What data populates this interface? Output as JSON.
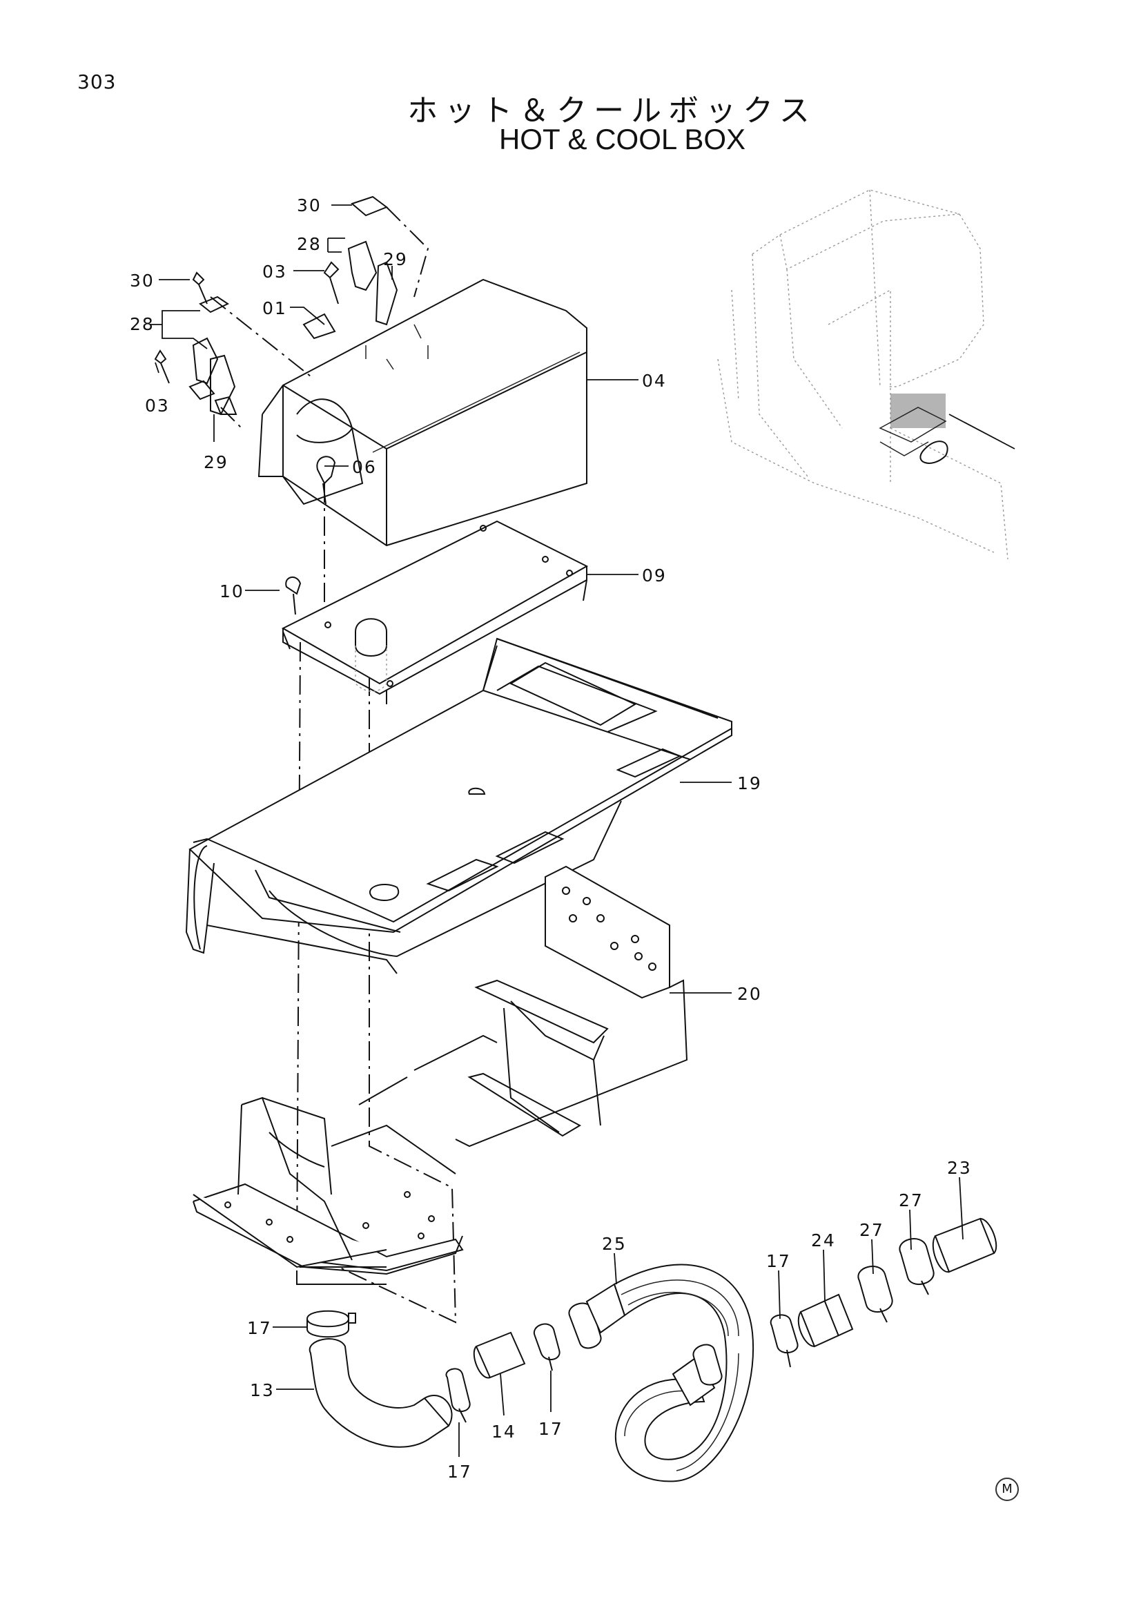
{
  "header": {
    "page_number": "303",
    "title_jp": "ホット＆クールボックス",
    "title_en": "HOT & COOL  BOX"
  },
  "callouts": [
    {
      "id": "01",
      "label": "01"
    },
    {
      "id": "03a",
      "label": "03"
    },
    {
      "id": "03b",
      "label": "03"
    },
    {
      "id": "04",
      "label": "04"
    },
    {
      "id": "06",
      "label": "06"
    },
    {
      "id": "09",
      "label": "09"
    },
    {
      "id": "10",
      "label": "10"
    },
    {
      "id": "13",
      "label": "13"
    },
    {
      "id": "14",
      "label": "14"
    },
    {
      "id": "17a",
      "label": "17"
    },
    {
      "id": "17b",
      "label": "17"
    },
    {
      "id": "17c",
      "label": "17"
    },
    {
      "id": "17d",
      "label": "17"
    },
    {
      "id": "19",
      "label": "19"
    },
    {
      "id": "20",
      "label": "20"
    },
    {
      "id": "23",
      "label": "23"
    },
    {
      "id": "24",
      "label": "24"
    },
    {
      "id": "25",
      "label": "25"
    },
    {
      "id": "27a",
      "label": "27"
    },
    {
      "id": "27b",
      "label": "27"
    },
    {
      "id": "28a",
      "label": "28"
    },
    {
      "id": "28b",
      "label": "28"
    },
    {
      "id": "29a",
      "label": "29"
    },
    {
      "id": "29b",
      "label": "29"
    },
    {
      "id": "30a",
      "label": "30"
    },
    {
      "id": "30b",
      "label": "30"
    }
  ],
  "footer": {
    "mark": "M"
  }
}
